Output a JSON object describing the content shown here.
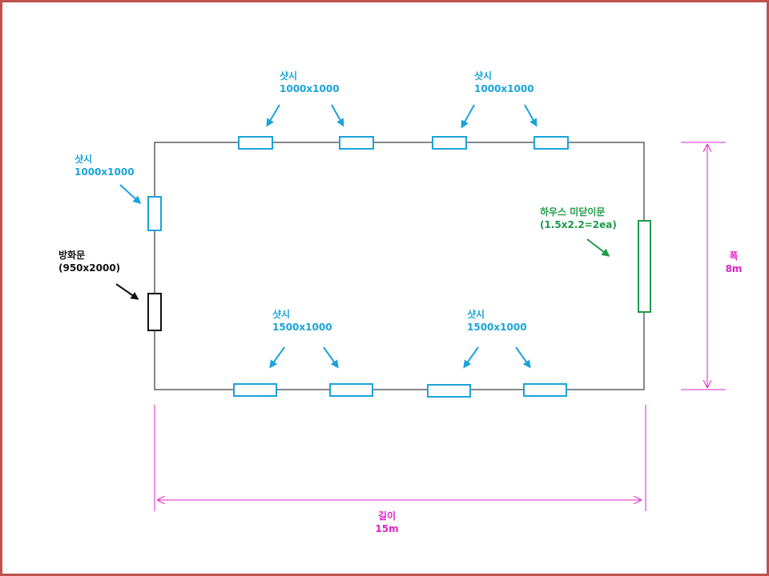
{
  "colors": {
    "frame": "#c0504d",
    "window": "#1aa3d9",
    "house_door": "#1d9a4a",
    "fire_door": "#111111",
    "dimension": "#e020c8",
    "wall": "#111111"
  },
  "labels": {
    "top_left_sash": {
      "name": "샷시",
      "size": "1000x1000"
    },
    "top_right_sash": {
      "name": "샷시",
      "size": "1000x1000"
    },
    "left_sash": {
      "name": "샷시",
      "size": "1000x1000"
    },
    "fire_door": {
      "name": "방화문",
      "size": "(950x2000)"
    },
    "bottom_left_sash": {
      "name": "샷시",
      "size": "1500x1000"
    },
    "bottom_right_sash": {
      "name": "샷시",
      "size": "1500x1000"
    },
    "house_door": {
      "name": "하우스 미닫이문",
      "size": "(1.5x2.2=2ea)"
    },
    "width_dim": {
      "name": "폭",
      "value": "8m"
    },
    "length_dim": {
      "name": "길이",
      "value": "15m"
    }
  }
}
